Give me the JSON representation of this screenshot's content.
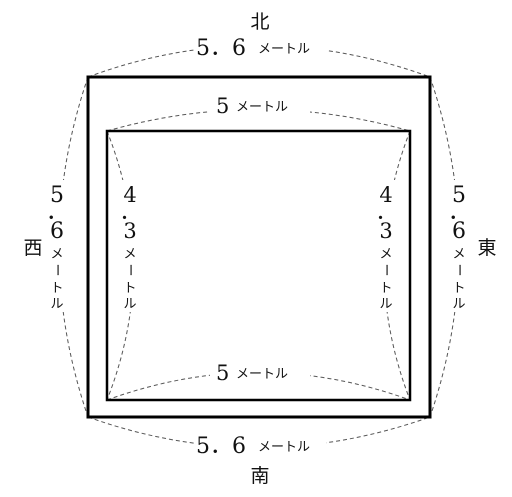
{
  "directions": {
    "north": "北",
    "south": "南",
    "east": "東",
    "west": "西"
  },
  "outer": {
    "top": {
      "value": "5．6",
      "unit": "メートル"
    },
    "bottom": {
      "value": "5．6",
      "unit": "メートル"
    },
    "left": {
      "d1": "5",
      "dot": "．",
      "d2": "6",
      "unit": [
        "メ",
        "ー",
        "ト",
        "ル"
      ]
    },
    "right": {
      "d1": "5",
      "dot": "．",
      "d2": "6",
      "unit": [
        "メ",
        "ー",
        "ト",
        "ル"
      ]
    }
  },
  "inner": {
    "top": {
      "value": "5",
      "unit": "メートル"
    },
    "bottom": {
      "value": "5",
      "unit": "メートル"
    },
    "left": {
      "d1": "4",
      "dot": "．",
      "d2": "3",
      "unit": [
        "メ",
        "ー",
        "ト",
        "ル"
      ]
    },
    "right": {
      "d1": "4",
      "dot": "．",
      "d2": "3",
      "unit": [
        "メ",
        "ー",
        "ト",
        "ル"
      ]
    }
  },
  "colors": {
    "line": "#000000",
    "dash": "#444444"
  }
}
